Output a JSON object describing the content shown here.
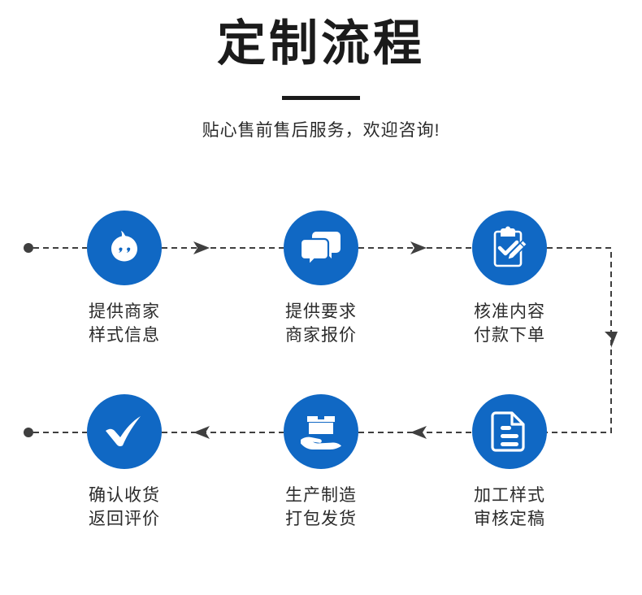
{
  "header": {
    "title": "定制流程",
    "subtitle": "贴心售前售后服务，欢迎咨询!",
    "divider": "title-divider"
  },
  "theme": {
    "accent_blue": "#1068c4",
    "text_dark": "#1b1b1b",
    "text_body": "#2b2b2b",
    "connector_gray": "#3f3f3f",
    "background": "#ffffff"
  },
  "flow": {
    "steps": [
      {
        "index": 1,
        "icon": "face-emoji-icon",
        "line1": "提供商家",
        "line2": "样式信息",
        "label": "提供商家\n样式信息"
      },
      {
        "index": 2,
        "icon": "chat-bubbles-icon",
        "line1": "提供要求",
        "line2": "商家报价",
        "label": "提供要求\n商家报价"
      },
      {
        "index": 3,
        "icon": "clipboard-check-pencil-icon",
        "line1": "核准内容",
        "line2": "付款下单",
        "label": "核准内容\n付款下单"
      },
      {
        "index": 4,
        "icon": "checkmark-icon",
        "line1": "确认收货",
        "line2": "返回评价",
        "label": "确认收货\n返回评价"
      },
      {
        "index": 5,
        "icon": "hand-holding-box-icon",
        "line1": "生产制造",
        "line2": "打包发货",
        "label": "生产制造\n打包发货"
      },
      {
        "index": 6,
        "icon": "document-lines-icon",
        "line1": "加工样式",
        "line2": "审核定稿",
        "label": "加工样式\n审核定稿"
      }
    ],
    "connectors": {
      "top_row_direction": "left-to-right",
      "bottom_row_direction": "right-to-left",
      "right_wrap_direction": "top-to-bottom",
      "style": "dashed"
    }
  }
}
